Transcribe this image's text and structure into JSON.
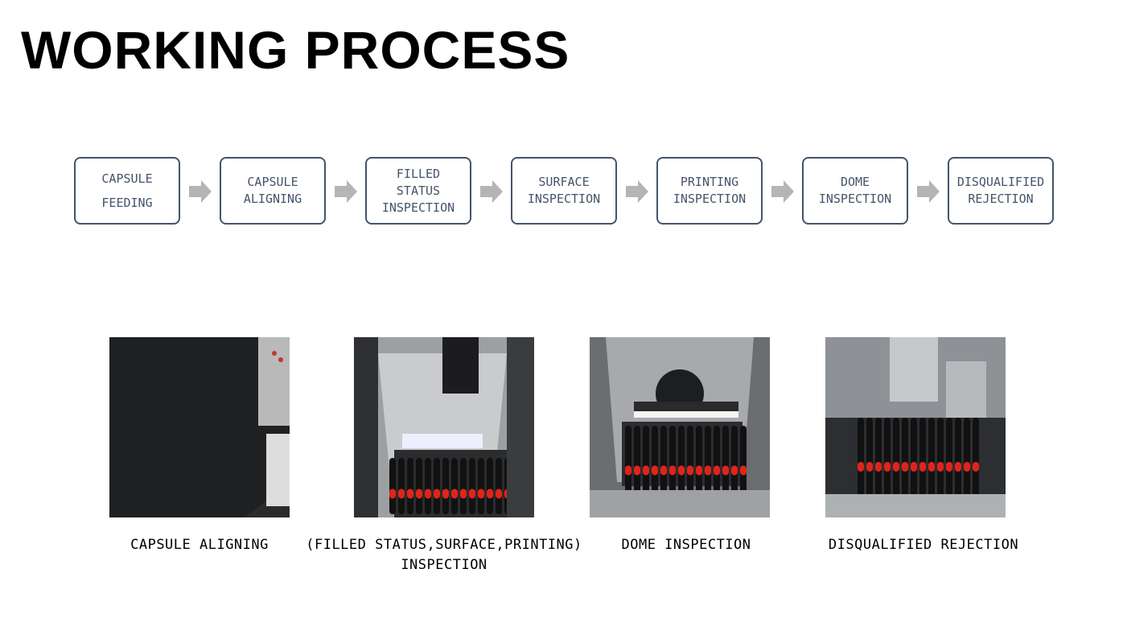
{
  "title": "WORKING PROCESS",
  "flow": [
    {
      "label": "CAPSULE\nFEEDING"
    },
    {
      "label": "CAPSULE\nALIGNING"
    },
    {
      "label": "FILLED\nSTATUS\nINSPECTION"
    },
    {
      "label": "SURFACE\nINSPECTION"
    },
    {
      "label": "PRINTING\nINSPECTION"
    },
    {
      "label": "DOME\nINSPECTION"
    },
    {
      "label": "DISQUALIFIED\nREJECTION"
    }
  ],
  "photos": [
    {
      "caption": "CAPSULE ALIGNING"
    },
    {
      "caption": "(FILLED STATUS,SURFACE,PRINTING)\nINSPECTION"
    },
    {
      "caption": "DOME INSPECTION"
    },
    {
      "caption": "DISQUALIFIED REJECTION"
    }
  ],
  "colors": {
    "box_border": "#44546a",
    "arrow": "#b4b5b9",
    "capsule": "#e0241b"
  }
}
